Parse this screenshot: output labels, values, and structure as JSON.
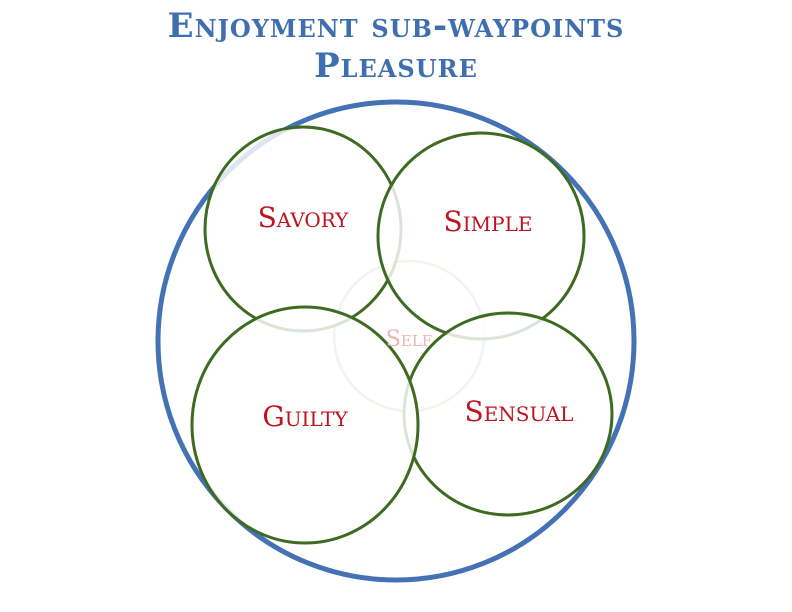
{
  "title": {
    "line1": "Enjoyment sub-waypoints",
    "line2": "Pleasure"
  },
  "center": {
    "label": "Self"
  },
  "petals": [
    {
      "label": "Savory"
    },
    {
      "label": "Simple"
    },
    {
      "label": "Guilty"
    },
    {
      "label": "Sensual"
    }
  ],
  "colors": {
    "title": "#3f6fae",
    "outer_ring": "#4472b4",
    "petal_stroke": "#3e6b22",
    "petal_label": "#c0121f",
    "center_stroke": "#a9c49a",
    "center_label": "#e9b6b2"
  }
}
